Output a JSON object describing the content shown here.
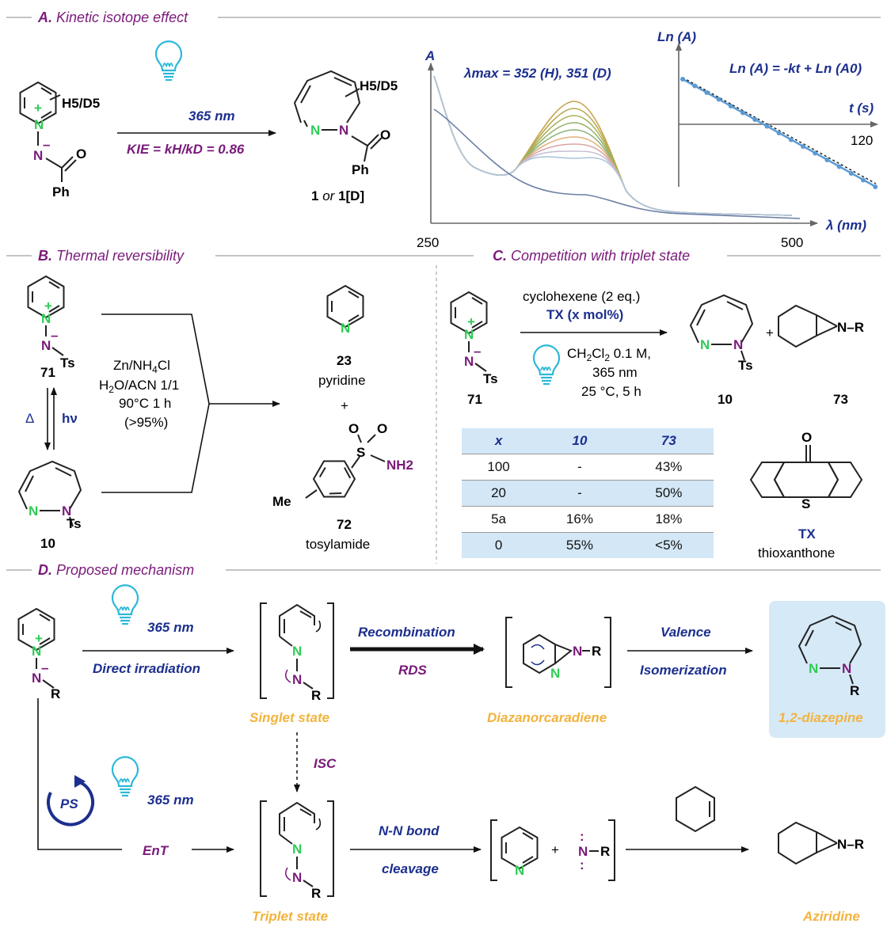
{
  "sections": {
    "a": {
      "letter": "A.",
      "title": "Kinetic isotope effect"
    },
    "b": {
      "letter": "B.",
      "title": "Thermal reversibility"
    },
    "c": {
      "letter": "C.",
      "title": "Competition with triplet state"
    },
    "d": {
      "letter": "D.",
      "title": "Proposed mechanism"
    }
  },
  "section_a": {
    "h5d5": "H5/D5",
    "wavelength": "365 nm",
    "kie": "KIE = kH/kD = 0.86",
    "product_label_1": "1",
    "product_or": "or",
    "product_label_2": "1[D]",
    "ph": "Ph",
    "o": "O",
    "n": "N"
  },
  "spectrum": {
    "y_label": "A",
    "lambda_max": "λmax = 352 (H), 351 (D)",
    "x_label": "λ (nm)",
    "x_tick_1": "250",
    "x_tick_2": "500"
  },
  "inset": {
    "y_label": "Ln (A)",
    "equation": "Ln (A) = -kt + Ln (A0)",
    "x_label": "t (s)",
    "x_tick": "120"
  },
  "section_b": {
    "compound_71": "71",
    "compound_10": "10",
    "ts": "Ts",
    "delta": "Δ",
    "hv": "hν",
    "conditions": [
      "Zn/NH4Cl",
      "H2O/ACN 1/1",
      "90°C 1 h",
      "(>95%)"
    ],
    "compound_23": "23",
    "pyridine": "pyridine",
    "plus": "+",
    "compound_72": "72",
    "tosylamide": "tosylamide",
    "me": "Me",
    "nh2": "NH2",
    "s": "S"
  },
  "section_c": {
    "reagent_1": "cyclohexene (2 eq.)",
    "reagent_2": "TX (x mol%)",
    "cond_1": "CH2Cl2 0.1 M,",
    "cond_2": "365 nm",
    "cond_3": "25 °C, 5 h",
    "compound_71": "71",
    "compound_10": "10",
    "compound_73": "73",
    "n_r": "N–R",
    "table": {
      "headers": [
        "x",
        "10",
        "73"
      ],
      "rows": [
        [
          "100",
          "-",
          "43%"
        ],
        [
          "20",
          "-",
          "50%"
        ],
        [
          "5a",
          "16%",
          "18%"
        ],
        [
          "0",
          "55%",
          "<5%"
        ]
      ]
    },
    "tx_label": "TX",
    "tx_name": "thioxanthone"
  },
  "section_d": {
    "wavelength_1": "365 nm",
    "direct_irradiation": "Direct irradiation",
    "singlet_state": "Singlet state",
    "recombination": "Recombination",
    "rds": "RDS",
    "diazanorcaradiene": "Diazanorcaradiene",
    "valence": "Valence",
    "isomerization": "Isomerization",
    "diazepine": "1,2-diazepine",
    "isc": "ISC",
    "ps": "PS",
    "wavelength_2": "365 nm",
    "ent": "EnT",
    "triplet_state": "Triplet state",
    "nn_bond": "N-N bond",
    "cleavage": "cleavage",
    "aziridine": "Aziridine",
    "r": "R"
  },
  "colors": {
    "section_title": "#7a1a7a",
    "blue_label": "#1c2f8f",
    "nitrogen": "#2ecc55",
    "state_label": "#f2b33d",
    "table_shade": "#d3e7f6",
    "highlight_box": "#d6e9f7",
    "bulb": "#2bb8d8"
  }
}
